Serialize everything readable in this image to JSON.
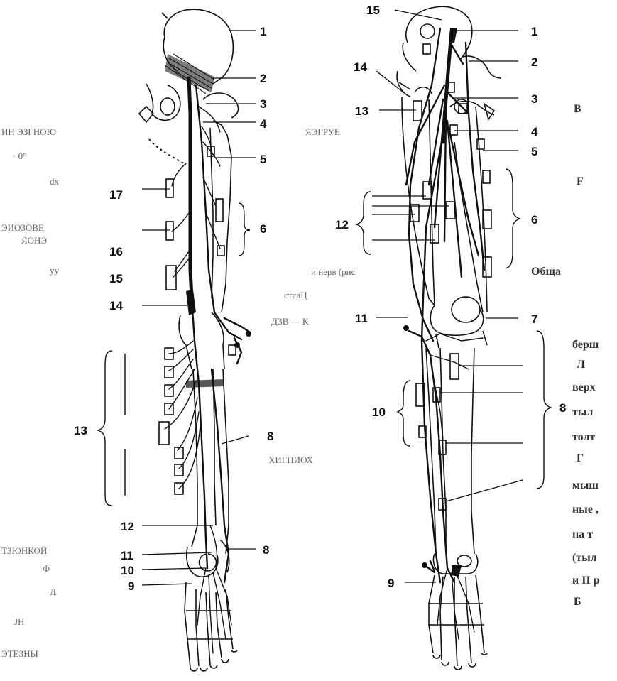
{
  "left_figure": {
    "labels": [
      {
        "id": "L1",
        "text": "1"
      },
      {
        "id": "L2",
        "text": "2"
      },
      {
        "id": "L3",
        "text": "3"
      },
      {
        "id": "L4",
        "text": "4"
      },
      {
        "id": "L5",
        "text": "5"
      },
      {
        "id": "L6",
        "text": "6"
      },
      {
        "id": "L8a",
        "text": "8"
      },
      {
        "id": "L8b",
        "text": "8"
      },
      {
        "id": "L9",
        "text": "9"
      },
      {
        "id": "L10",
        "text": "10"
      },
      {
        "id": "L11",
        "text": "11"
      },
      {
        "id": "L12",
        "text": "12"
      },
      {
        "id": "L13",
        "text": "13"
      },
      {
        "id": "L14",
        "text": "14"
      },
      {
        "id": "L15",
        "text": "15"
      },
      {
        "id": "L16",
        "text": "16"
      },
      {
        "id": "L17",
        "text": "17"
      }
    ]
  },
  "right_figure": {
    "labels": [
      {
        "id": "R1",
        "text": "1"
      },
      {
        "id": "R2",
        "text": "2"
      },
      {
        "id": "R3",
        "text": "3"
      },
      {
        "id": "R4",
        "text": "4"
      },
      {
        "id": "R5",
        "text": "5"
      },
      {
        "id": "R6",
        "text": "6"
      },
      {
        "id": "R7",
        "text": "7"
      },
      {
        "id": "R8",
        "text": "8"
      },
      {
        "id": "R9",
        "text": "9"
      },
      {
        "id": "R10",
        "text": "10"
      },
      {
        "id": "R11",
        "text": "11"
      },
      {
        "id": "R12",
        "text": "12"
      },
      {
        "id": "R13",
        "text": "13"
      },
      {
        "id": "R14",
        "text": "14"
      },
      {
        "id": "R15",
        "text": "15"
      }
    ]
  },
  "bleed_text": {
    "left_edge": [
      "ИН ЭЗГНОЮ",
      "· 0°",
      "dx",
      "ЭИОЗОВЕ",
      "ЯОНЭ",
      "yy",
      "ТЗЮНКОЙ",
      "Ф",
      "Д",
      "JH",
      "ЭТЕЗНЫ"
    ],
    "middle_mirror": [
      "ЯЭГРУЕ",
      "Обща",
      "и нерв (рис",
      "стсаЦ",
      "ДЗВ — К",
      "ХИГПИОХ"
    ],
    "right_edge": [
      "В",
      "F",
      "берш",
      "Л",
      "верх",
      "тыл",
      "толт",
      "Г",
      "мыш",
      "ные ,",
      "на т",
      "(тыл",
      "и II р",
      "Б"
    ]
  }
}
